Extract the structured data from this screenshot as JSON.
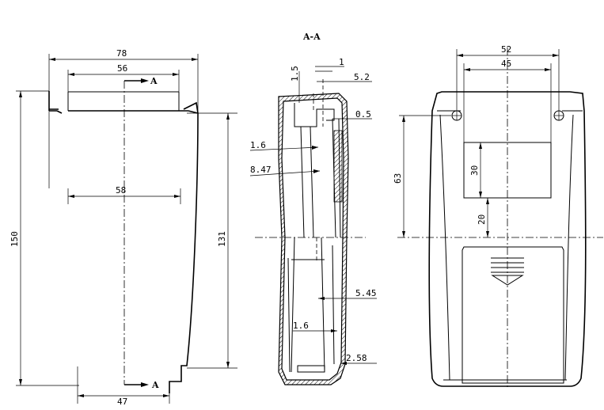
{
  "section_title": "A-A",
  "section_marks": {
    "top": "A",
    "bottom": "A"
  },
  "left_view": {
    "dims": {
      "width_top": "78",
      "width_inner": "56",
      "width_mid": "58",
      "width_bottom": "47",
      "height_total": "150",
      "height_body": "131"
    }
  },
  "section_view": {
    "dims": {
      "d1_5": "1.5",
      "d1": "1",
      "d5_2": "5.2",
      "d0_5": "0.5",
      "d1_6a": "1.6",
      "d8_47": "8.47",
      "d5_45": "5.45",
      "d1_6b": "1.6",
      "d2_58": "2.58"
    }
  },
  "right_view": {
    "dims": {
      "width_outer": "52",
      "width_inner": "45",
      "height_63": "63",
      "height_30": "30",
      "height_20": "20"
    }
  }
}
